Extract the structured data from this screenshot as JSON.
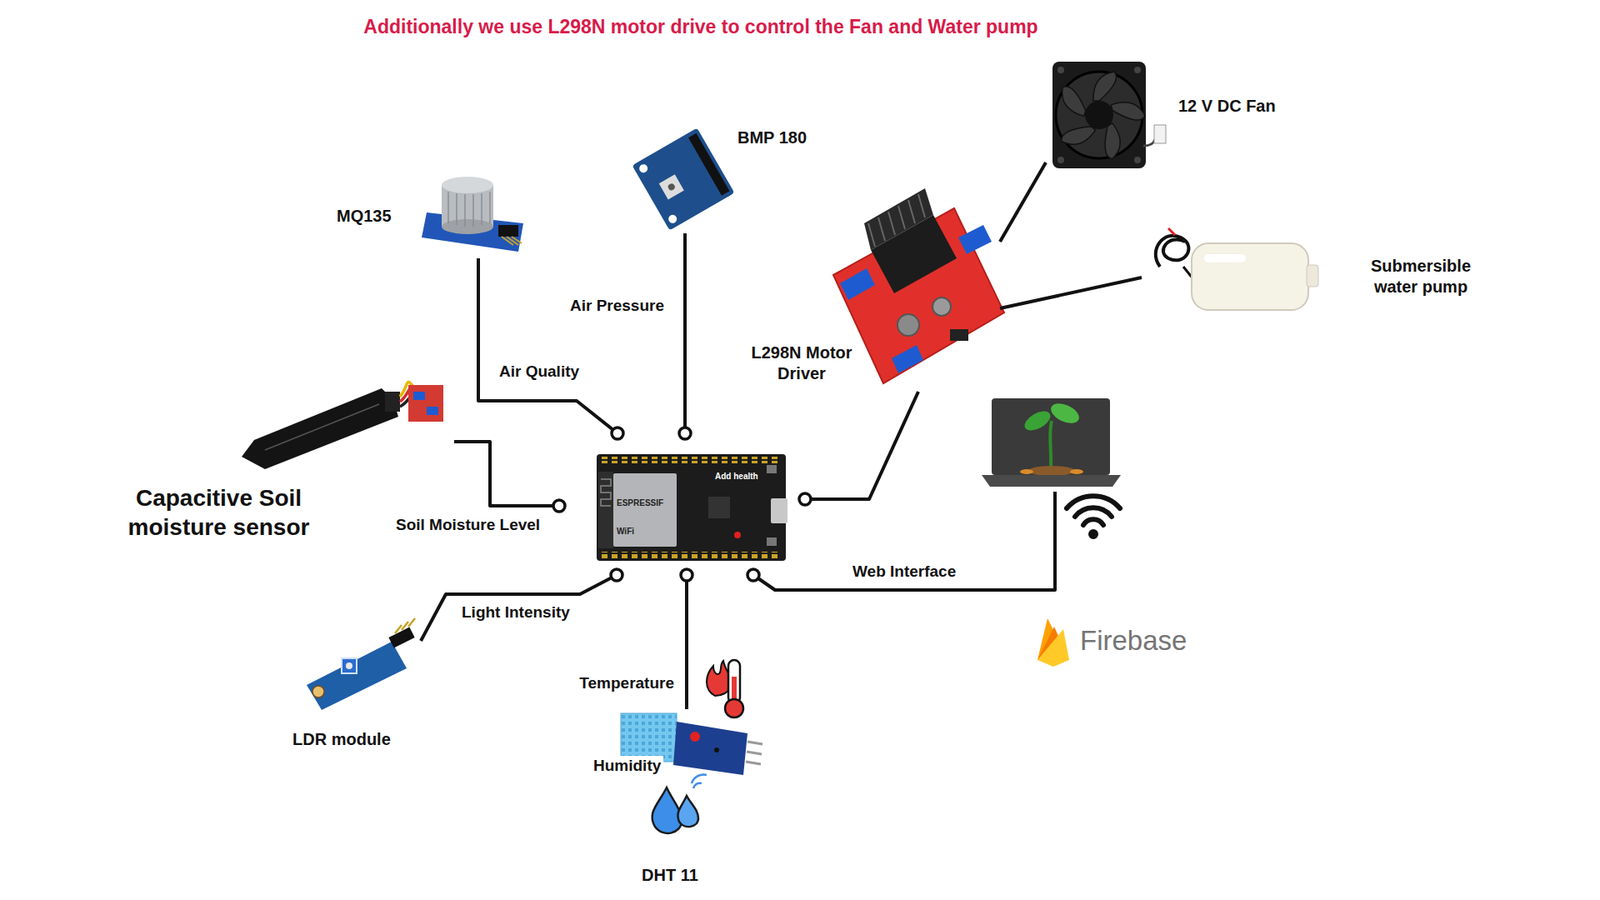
{
  "diagram": {
    "title": "Additionally we use L298N motor drive to control the Fan and Water pump",
    "nodes": [
      {
        "text": [
          "ESPRESSIF",
          "WiFi",
          "Add health"
        ]
      },
      {
        "text": [
          "MQ135"
        ]
      },
      {
        "text": [
          "BMP 180"
        ]
      },
      {
        "text": [
          "L298N Motor Driver"
        ]
      },
      {
        "text": [
          "12 V DC Fan"
        ]
      },
      {
        "text": [
          "Submersible water pump"
        ]
      },
      {
        "text": [
          "Firebase"
        ]
      },
      {
        "text": [
          "Capacitive Soil moisture sensor"
        ]
      },
      {
        "text": [
          "LDR module"
        ]
      },
      {
        "text": [
          "DHT 11"
        ]
      }
    ],
    "edges": [
      {
        "from": 1,
        "to": 0,
        "arrow": "none",
        "label": "Air Quality"
      },
      {
        "from": 2,
        "to": 0,
        "arrow": "none",
        "label": "Air Pressure"
      },
      {
        "from": 7,
        "to": 0,
        "arrow": "none",
        "label": "Soil Moisture Level"
      },
      {
        "from": 8,
        "to": 0,
        "arrow": "none",
        "label": "Light Intensity"
      },
      {
        "from": 9,
        "to": 0,
        "arrow": "none",
        "label": "Temperature"
      },
      {
        "from": 0,
        "to": 6,
        "arrow": "none",
        "label": "Web Interface"
      },
      {
        "from": 0,
        "to": 3,
        "arrow": "none"
      },
      {
        "from": 3,
        "to": 4,
        "arrow": "none"
      },
      {
        "from": 3,
        "to": 5,
        "arrow": "none"
      }
    ],
    "labels": [
      "Humidity"
    ]
  }
}
